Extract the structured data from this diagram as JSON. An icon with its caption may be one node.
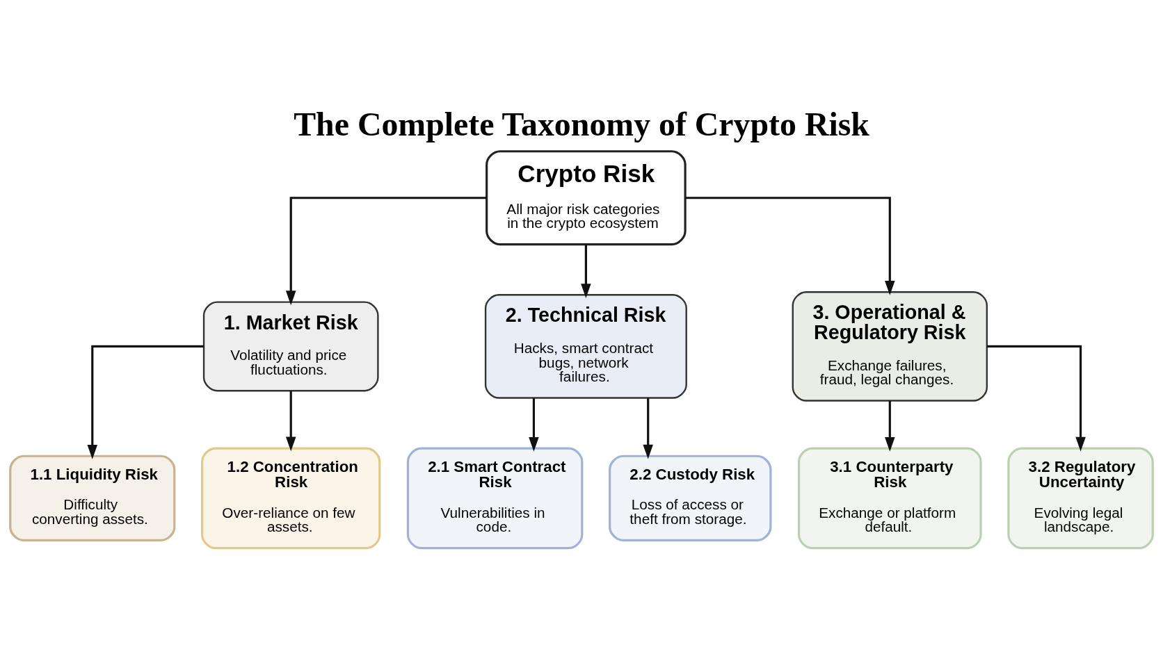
{
  "diagram": {
    "title": "The Complete Taxonomy of Crypto Risk",
    "nodes": [
      {
        "text": [
          "Crypto Risk",
          "All major risk categories in the crypto ecosystem"
        ]
      },
      {
        "text": [
          "1. Market Risk",
          "Volatility and price fluctuations."
        ]
      },
      {
        "text": [
          "2. Technical Risk",
          "Hacks, smart contract bugs, network failures."
        ]
      },
      {
        "text": [
          "3. Operational & Regulatory Risk",
          "Exchange failures, fraud, legal changes."
        ]
      },
      {
        "text": [
          "1.1 Liquidity Risk",
          "Difficulty converting assets."
        ]
      },
      {
        "text": [
          "1.2 Concentration Risk",
          "Over-reliance on few assets."
        ]
      },
      {
        "text": [
          "2.1 Smart Contract Risk",
          "Vulnerabilities in code."
        ]
      },
      {
        "text": [
          "2.2 Custody Risk",
          "Loss of access or theft from storage."
        ]
      },
      {
        "text": [
          "3.1 Counterparty Risk",
          "Exchange or platform default."
        ]
      },
      {
        "text": [
          "3.2 Regulatory Uncertainty",
          "Evolving legal landscape."
        ]
      }
    ],
    "edges": [
      {
        "from": 0,
        "to": 1,
        "arrow": "to"
      },
      {
        "from": 0,
        "to": 2,
        "arrow": "to"
      },
      {
        "from": 0,
        "to": 3,
        "arrow": "to"
      },
      {
        "from": 1,
        "to": 4,
        "arrow": "to"
      },
      {
        "from": 1,
        "to": 5,
        "arrow": "to"
      },
      {
        "from": 2,
        "to": 6,
        "arrow": "to"
      },
      {
        "from": 2,
        "to": 7,
        "arrow": "to"
      },
      {
        "from": 3,
        "to": 8,
        "arrow": "to"
      },
      {
        "from": 3,
        "to": 9,
        "arrow": "to"
      }
    ]
  }
}
